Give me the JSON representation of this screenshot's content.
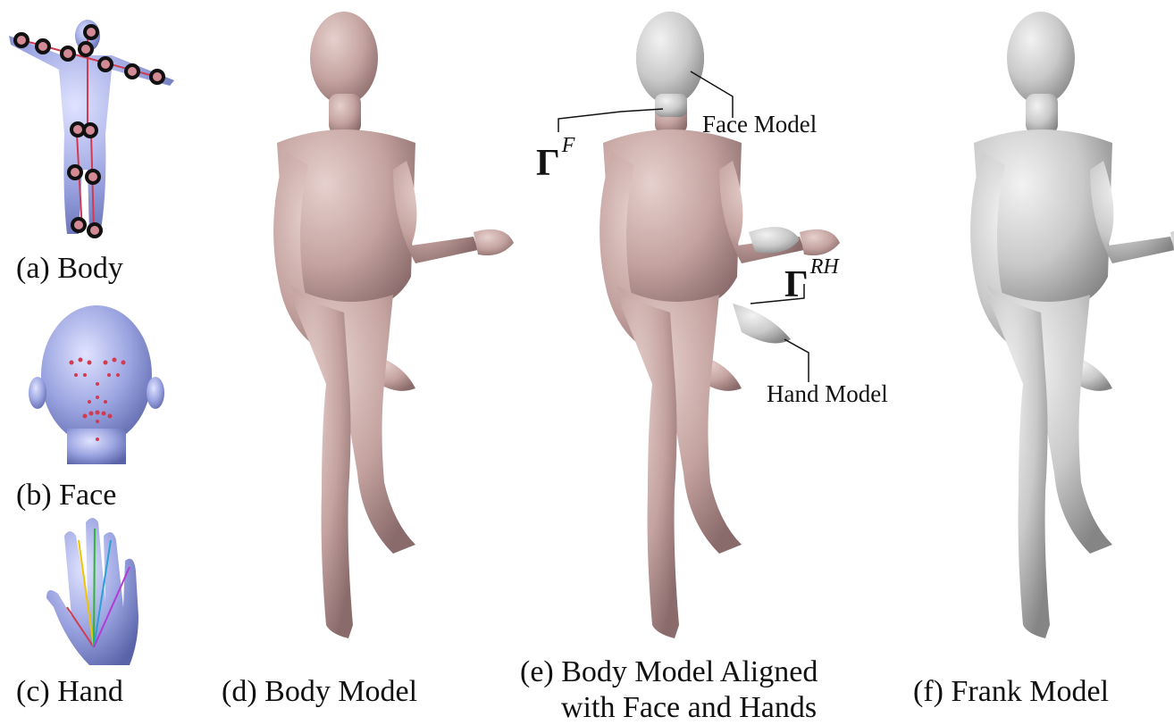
{
  "captions": {
    "a": "(a) Body",
    "b": "(b) Face",
    "c": "(c) Hand",
    "d": "(d) Body Model",
    "e_line1": "(e) Body Model Aligned",
    "e_line2": "with Face and Hands",
    "f": "(f) Frank Model"
  },
  "callouts": {
    "face_model": "Face Model",
    "hand_model": "Hand Model"
  },
  "math": {
    "gamma_f_base": "Γ",
    "gamma_f_sup": "F",
    "gamma_rh_base": "Γ",
    "gamma_rh_sup": "RH"
  },
  "colors": {
    "skin": "#c9a9a6",
    "skin_shadow": "#8f7070",
    "grey": "#d0d0d0",
    "grey_shadow": "#8c8c8c",
    "blue": "#9fa7e3",
    "keypoint": "#d23a4f"
  }
}
